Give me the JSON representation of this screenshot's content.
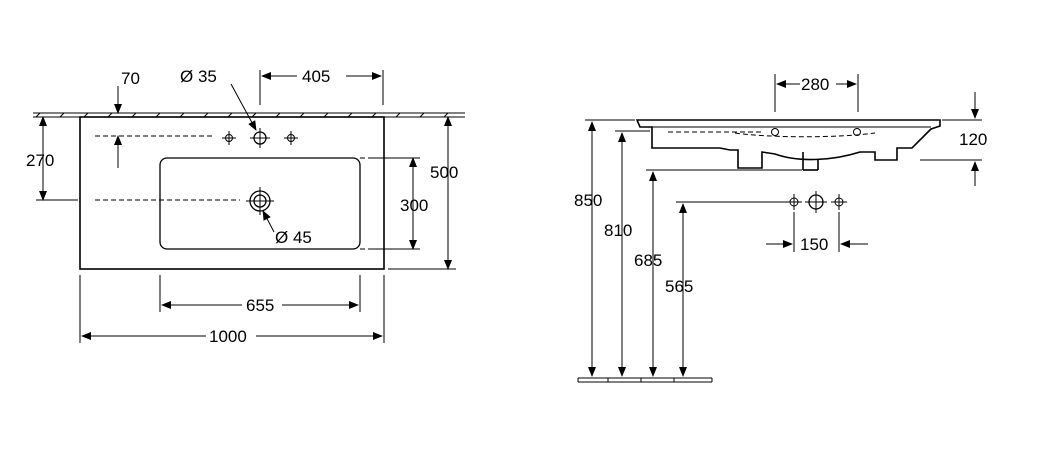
{
  "top_view": {
    "dim_70": "70",
    "dim_diameter_35": "Ø 35",
    "dim_405": "405",
    "dim_270": "270",
    "dim_500": "500",
    "dim_300": "300",
    "dim_diameter_45": "Ø 45",
    "dim_655": "655",
    "dim_1000": "1000"
  },
  "side_view": {
    "dim_280": "280",
    "dim_120": "120",
    "dim_850": "850",
    "dim_810": "810",
    "dim_685": "685",
    "dim_565": "565",
    "dim_150": "150"
  }
}
